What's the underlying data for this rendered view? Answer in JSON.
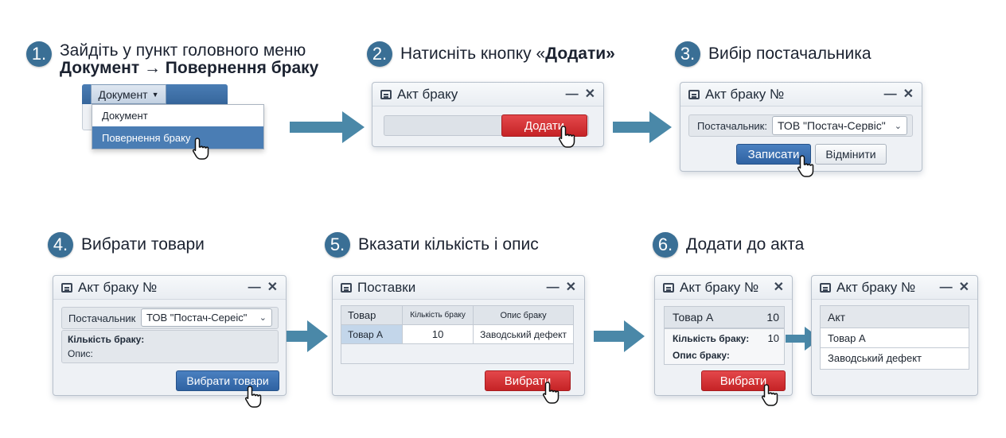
{
  "steps": [
    {
      "num": "1.",
      "line1": "Зайдіть у пункт головного меню",
      "line2": "Документ → Повернення браку"
    },
    {
      "num": "2.",
      "text_prefix": "Натисніть кнопку «",
      "text_bold": "Додати",
      "text_suffix": "»"
    },
    {
      "num": "3.",
      "text": "Вибір постачальника"
    },
    {
      "num": "4.",
      "text": "Вибрати товари"
    },
    {
      "num": "5.",
      "text": "Вказати кількість і опис"
    },
    {
      "num": "6.",
      "text": "Додати до акта"
    }
  ],
  "panel1": {
    "menu_label": "Документ",
    "items": [
      "Документ",
      "Повернення браку"
    ]
  },
  "panel2": {
    "title": "Акт браку",
    "add_button": "Додати"
  },
  "panel3": {
    "title": "Акт браку №",
    "supplier_label": "Постачальник:",
    "supplier_value": "ТОВ \"Постач-Сервіс\"",
    "save_button": "Записати",
    "cancel_button": "Відмінити"
  },
  "panel4": {
    "title": "Акт браку №",
    "supplier_label": "Постачальник",
    "supplier_value": "ТОВ \"Постач-Сереіс\"",
    "qty_label": "Кількість браку:",
    "desc_label": "Опис:",
    "select_button": "Вибрати товари"
  },
  "panel5": {
    "title": "Поставки",
    "headers": [
      "Товар",
      "Кількість браку",
      "Опис браку"
    ],
    "row": [
      "Товар А",
      "10",
      "Заводський дефект"
    ],
    "select_button": "Вибрати"
  },
  "panel6a": {
    "title": "Акт браку №",
    "item_name": "Товар А",
    "item_qty": "10",
    "qty_label": "Кількість браку:",
    "qty_value": "10",
    "desc_label": "Опис браку:",
    "select_button": "Вибрати"
  },
  "panel6b": {
    "title": "Акт браку №",
    "header": "Акт",
    "rows": [
      "Товар А",
      "Заводський дефект"
    ]
  },
  "colors": {
    "step_circle": "#3a6f95",
    "arrow": "#4a88a8",
    "red_button": "#d2302f",
    "blue_button": "#3a6faf"
  }
}
